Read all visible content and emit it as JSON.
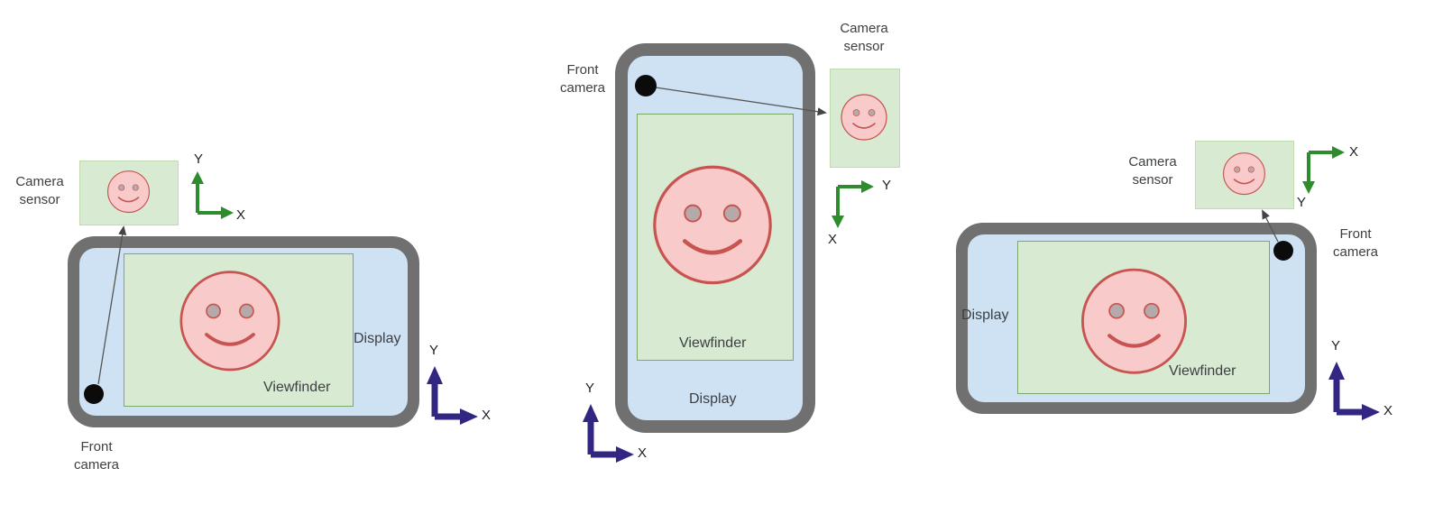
{
  "colors": {
    "phone_frame": "#707070",
    "display_fill": "#cfe2f3",
    "viewfinder_fill": "#d9ead3",
    "viewfinder_border": "#79a86a",
    "sensor_fill": "#d9ead3",
    "sensor_border": "#bedcae",
    "face_fill": "#f8caca",
    "face_stroke": "#c75450",
    "face_eye_fill": "#b5a9a9",
    "axis_green": "#2e8b2e",
    "axis_purple": "#312783",
    "camera_dot": "#0b0b0b",
    "connector": "#555555",
    "label_text": "#3c4043"
  },
  "panels": [
    {
      "camera_sensor_label": {
        "line1": "Camera",
        "line2": "sensor"
      },
      "front_camera_label": {
        "line1": "Front",
        "line2": "camera"
      },
      "display_label": "Display",
      "viewfinder_label": "Viewfinder",
      "sensor_axes": {
        "x": "X",
        "y": "Y"
      },
      "display_axes": {
        "x": "X",
        "y": "Y"
      }
    },
    {
      "camera_sensor_label": {
        "line1": "Camera",
        "line2": "sensor"
      },
      "front_camera_label": {
        "line1": "Front",
        "line2": "camera"
      },
      "display_label": "Display",
      "viewfinder_label": "Viewfinder",
      "sensor_axes": {
        "x": "X",
        "y": "Y"
      },
      "display_axes": {
        "x": "X",
        "y": "Y"
      }
    },
    {
      "camera_sensor_label": {
        "line1": "Camera",
        "line2": "sensor"
      },
      "front_camera_label": {
        "line1": "Front",
        "line2": "camera"
      },
      "display_label": "Display",
      "viewfinder_label": "Viewfinder",
      "sensor_axes": {
        "x": "X",
        "y": "Y"
      },
      "display_axes": {
        "x": "X",
        "y": "Y"
      }
    }
  ]
}
